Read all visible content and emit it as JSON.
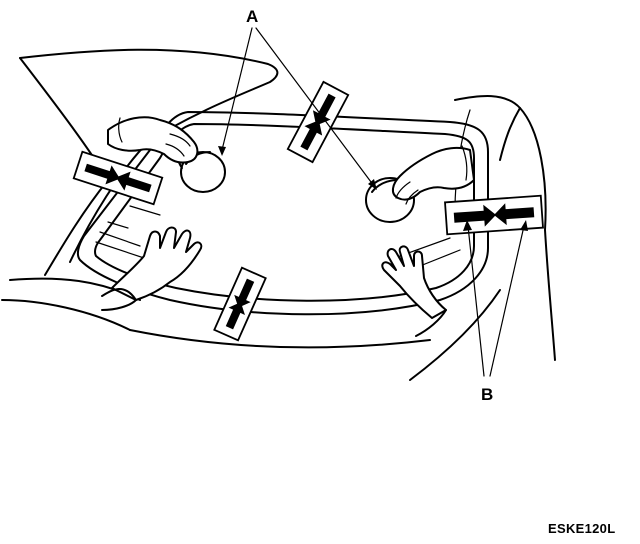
{
  "figure": {
    "callouts": {
      "a": "A",
      "b": "B"
    },
    "code": "ESKE120L"
  },
  "icons": {
    "hand": "hand-icon",
    "suction_cup": "suction-cup-icon",
    "tape_arrow": "tape-arrow-icon",
    "leader": "leader-line"
  }
}
